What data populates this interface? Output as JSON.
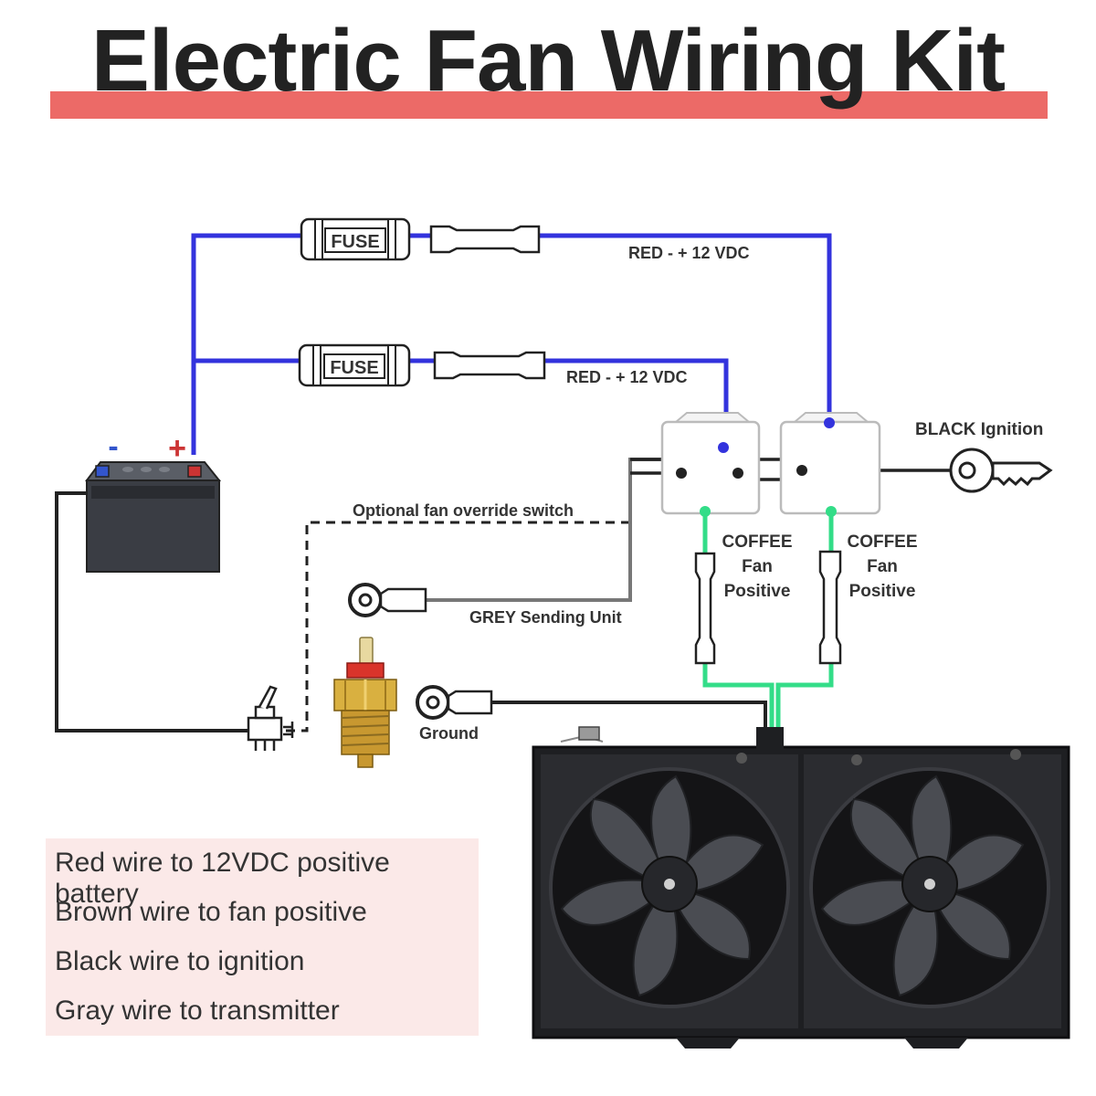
{
  "title": "Electric Fan Wiring Kit",
  "colors": {
    "accent_bar": "#ec6a67",
    "power_wire": "#3333dd",
    "fan_wire": "#33dd88",
    "ground_wire": "#222222",
    "sensor_wire": "#777777"
  },
  "fuses": {
    "top_label": "FUSE",
    "bottom_label": "FUSE"
  },
  "wire_labels": {
    "red_top": "RED - + 12 VDC",
    "red_bottom": "RED - + 12 VDC",
    "black_ignition": "BLACK Ignition",
    "override": "Optional fan override switch",
    "grey_sending": "GREY Sending Unit",
    "ground": "Ground",
    "coffee_left": [
      "COFFEE",
      "Fan",
      "Positive"
    ],
    "coffee_right": [
      "COFFEE",
      "Fan",
      "Positive"
    ]
  },
  "battery": {
    "minus": "-",
    "plus": "+"
  },
  "legend": [
    "Red wire to 12VDC positive battery",
    "Brown wire to fan positive",
    "Black wire to ignition",
    "Gray wire to transmitter"
  ]
}
